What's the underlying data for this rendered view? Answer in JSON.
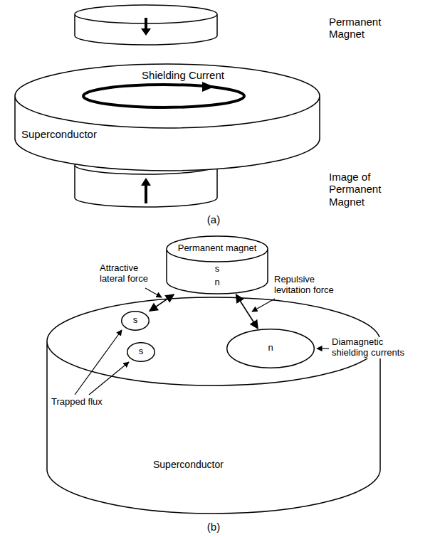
{
  "diagram": {
    "nodes": [
      {
        "text": [
          "Superconductor"
        ]
      },
      {
        "text": [
          "Shielding Current"
        ],
        "in": 0
      },
      {
        "text": [
          "Permanent magnet",
          "s",
          "n"
        ]
      },
      {
        "text": [
          "Superconductor"
        ]
      },
      {
        "text": [
          "n"
        ],
        "in": 3
      },
      {
        "text": [
          "s"
        ],
        "in": 3
      },
      {
        "text": [
          "s"
        ],
        "in": 3
      }
    ],
    "edges": [
      {
        "from": 2,
        "to": 5,
        "arrow": "both",
        "label": "Attractive lateral force"
      },
      {
        "from": 2,
        "to": 4,
        "arrow": "both",
        "label": "Repulsive levitation force"
      }
    ],
    "labels": [
      "Permanent Magnet",
      "Image of Permanent Magnet",
      "(a)",
      "Diamagnetic shielding currents",
      "Trapped flux",
      "(b)"
    ]
  }
}
